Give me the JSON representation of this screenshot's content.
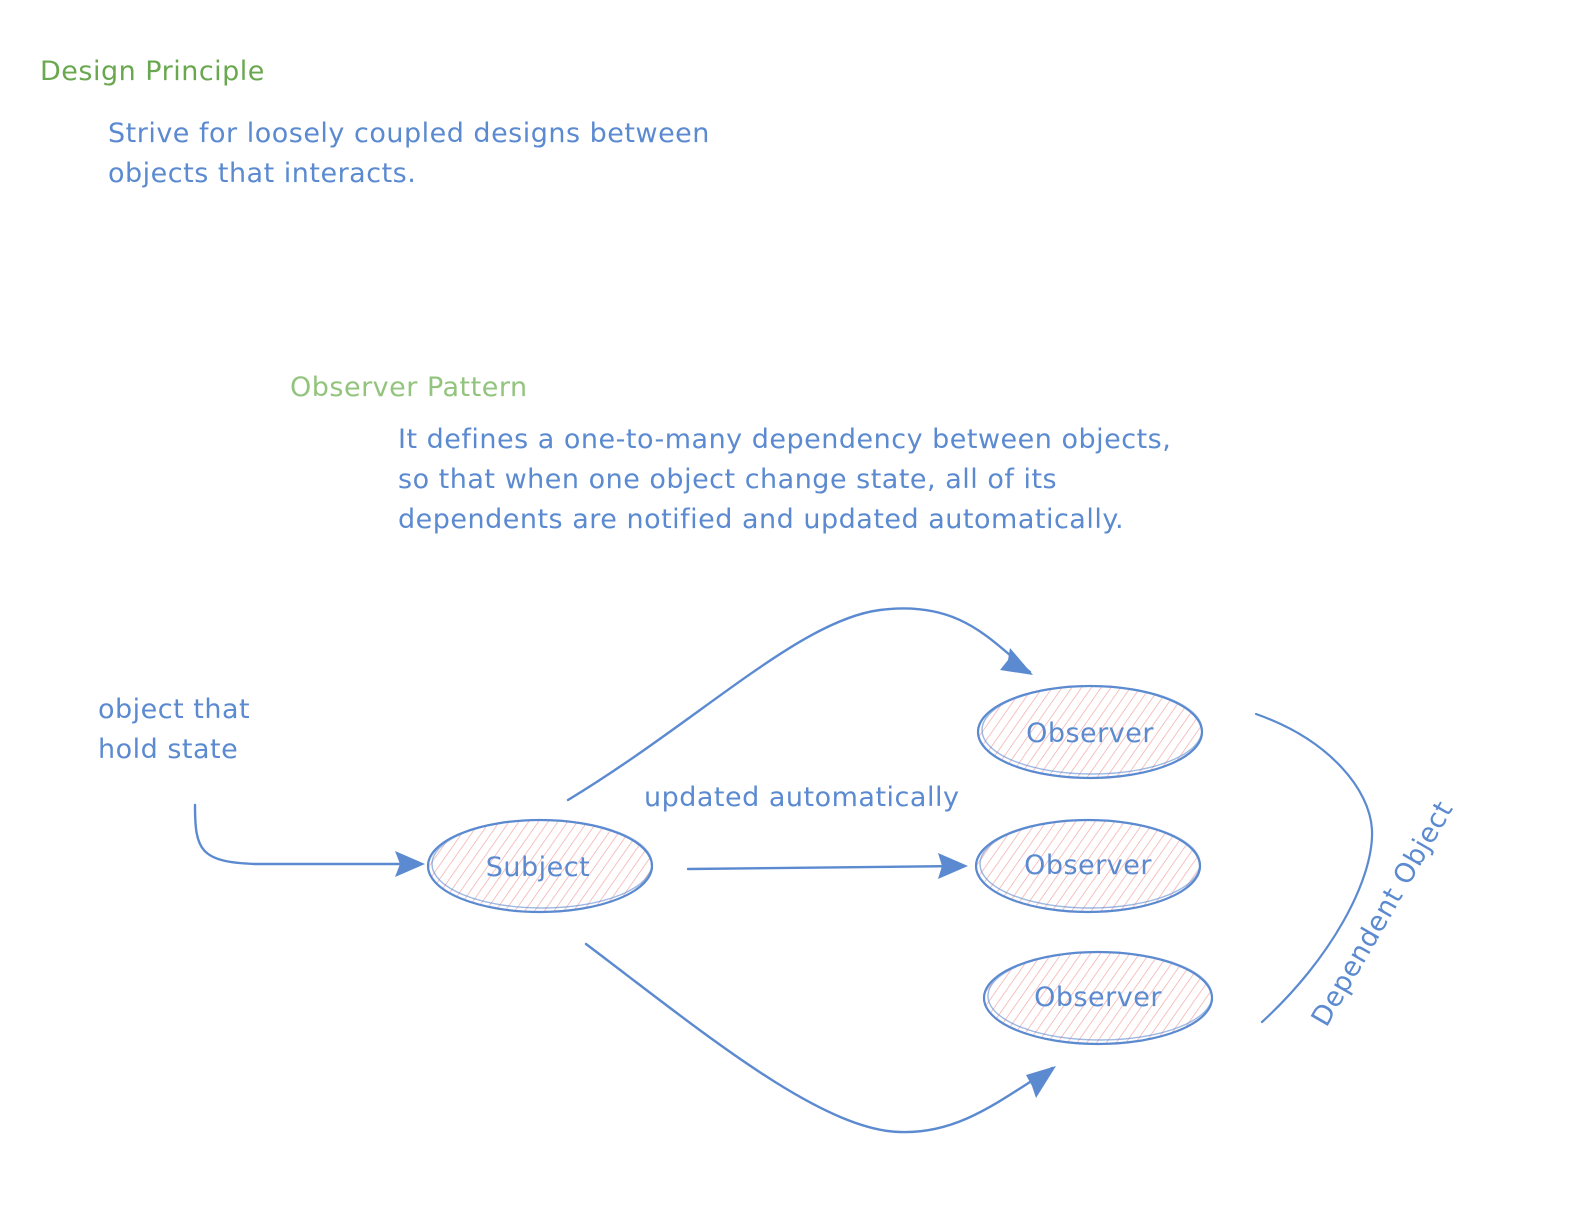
{
  "colors": {
    "green": "#6aa84f",
    "light_green": "#93c47d",
    "blue": "#5b8ad0",
    "hatch": "#f4a7a7",
    "arrow_fill": "#5b8ad0"
  },
  "design_principle": {
    "heading": "Design Principle",
    "body_lines": [
      "Strive for loosely coupled designs between",
      "objects that interacts."
    ]
  },
  "observer_pattern": {
    "heading": "Observer Pattern",
    "body_lines": [
      "It defines a one-to-many dependency between objects,",
      "so that when one object change state, all of its",
      "dependents are notified and updated automatically."
    ]
  },
  "diagram": {
    "state_note_lines": [
      "object that",
      "hold state"
    ],
    "subject_label": "Subject",
    "observer_labels": [
      "Observer",
      "Observer",
      "Observer"
    ],
    "update_label": "updated automatically",
    "dependent_label": "Dependent Object"
  }
}
